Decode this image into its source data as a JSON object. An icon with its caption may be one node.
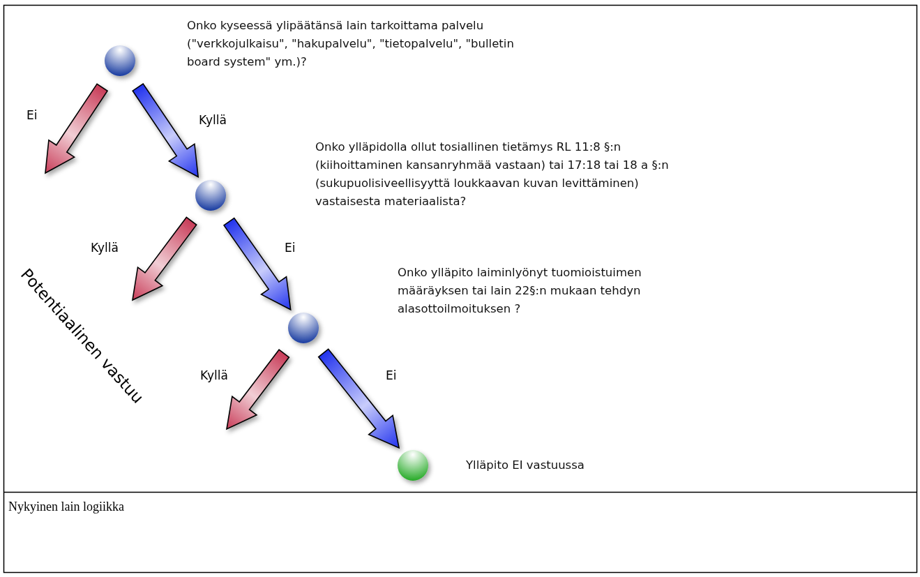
{
  "diagram": {
    "caption": "Nykyinen lain logiikka",
    "nodes": [
      {
        "text": [],
        "shape": "circle"
      },
      {
        "text": [],
        "shape": "circle"
      },
      {
        "text": [],
        "shape": "circle"
      },
      {
        "text": [],
        "shape": "circle",
        "beside": [
          "Ylläpito EI vastuussa"
        ]
      }
    ],
    "edges": [
      {
        "from": 0,
        "to": null,
        "arrow": "to",
        "label": "Ei",
        "style": "thick",
        "color": "#c83c58"
      },
      {
        "from": 0,
        "to": 1,
        "arrow": "to",
        "label": "Kyllä",
        "style": "thick"
      },
      {
        "from": 1,
        "to": null,
        "arrow": "to",
        "label": "Kyllä",
        "style": "thick",
        "color": "#c83c58"
      },
      {
        "from": 1,
        "to": 2,
        "arrow": "to",
        "label": "Ei",
        "style": "thick"
      },
      {
        "from": 2,
        "to": null,
        "arrow": "to",
        "label": "Kyllä",
        "style": "thick",
        "color": "#c83c58"
      },
      {
        "from": 2,
        "to": 3,
        "arrow": "to",
        "label": "Ei",
        "style": "thick"
      }
    ],
    "labels": [
      "Onko kyseessä ylipäätänsä lain tarkoittama palvelu (\"verkkojulkaisu\", \"hakupalvelu\", \"tietopalvelu\", \"bulletin board system\" ym.)?",
      "Onko ylläpidolla ollut tosiallinen tietämys RL 11:8 §:n (kiihoittaminen kansanryhmää vastaan)  tai 17:18 tai 18 a §:n (sukupuolisiveellisyyttä loukkaavan kuvan levittäminen) vastaisesta materiaalista?",
      "Potentiaalinen vastuu",
      "Onko ylläpito laiminlyönyt tuomioistuimen määräyksen tai lain 22§:n mukaan tehdyn alasottoilmoituksen ?"
    ]
  }
}
